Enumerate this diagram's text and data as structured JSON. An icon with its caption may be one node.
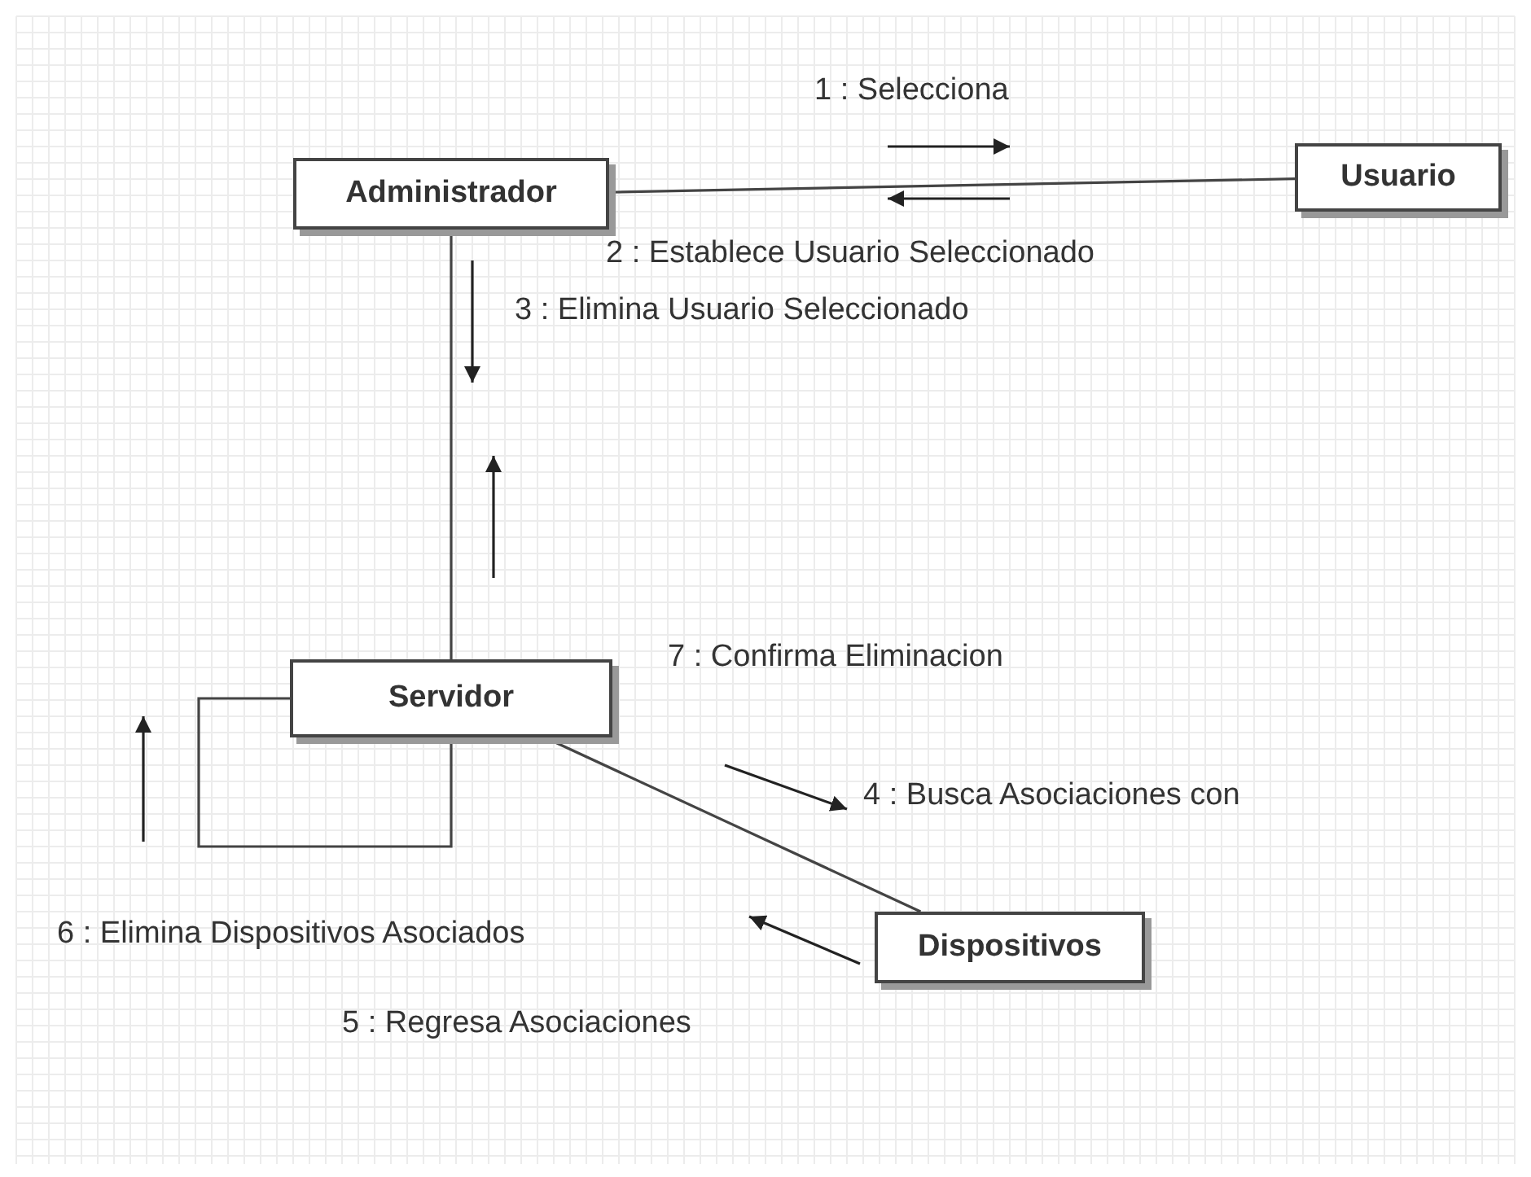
{
  "diagram": {
    "nodes": [
      {
        "text": [
          "Administrador"
        ]
      },
      {
        "text": [
          "Usuario"
        ]
      },
      {
        "text": [
          "Servidor"
        ]
      },
      {
        "text": [
          "Dispositivos"
        ]
      }
    ],
    "edges": [
      {
        "from": 0,
        "to": 1,
        "arrow": "none"
      },
      {
        "from": 0,
        "to": 2,
        "arrow": "none"
      },
      {
        "from": 2,
        "to": 2,
        "arrow": "none"
      },
      {
        "from": 2,
        "to": 3,
        "arrow": "none"
      }
    ],
    "labels": [
      "1 : Selecciona",
      "2 : Establece Usuario Seleccionado",
      "3 : Elimina Usuario Seleccionado",
      "7 : Confirma Eliminacion",
      "4 : Busca Asociaciones con",
      "6 : Elimina Dispositivos Asociados",
      "5 : Regresa Asociaciones"
    ]
  }
}
